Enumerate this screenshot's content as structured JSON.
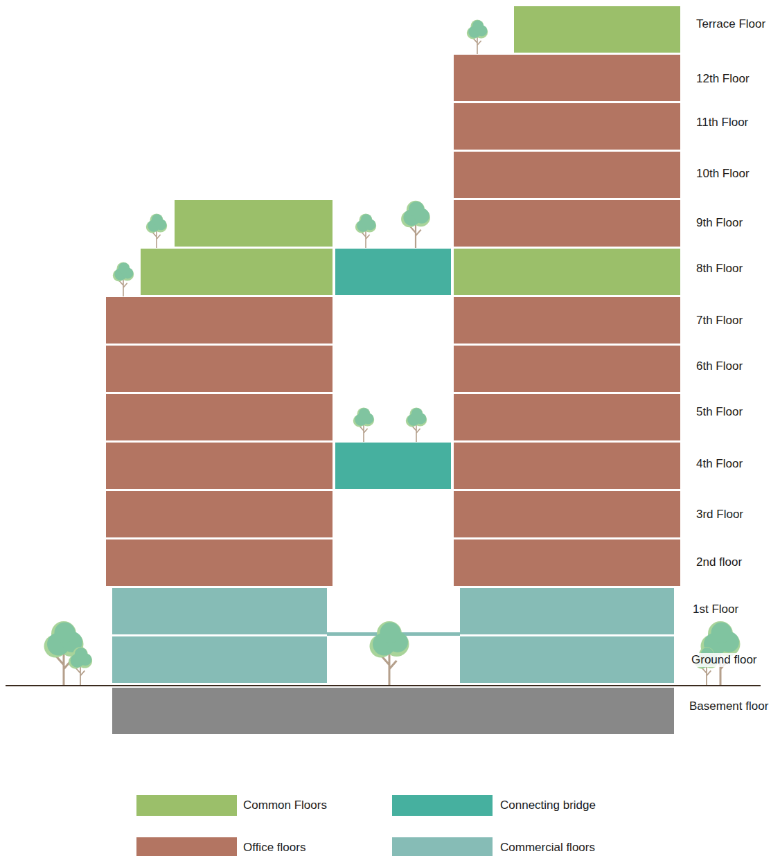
{
  "diagram": {
    "labels": [
      "Terrace Floor",
      "12th Floor",
      "11th Floor",
      "10th Floor",
      "9th Floor",
      "8th Floor",
      "7th Floor",
      "6th Floor",
      "5th Floor",
      "4th Floor",
      "3rd Floor",
      "2nd floor",
      "1st Floor",
      "Ground floor",
      "Basement floor"
    ],
    "legend": [
      {
        "text": "Common Floors",
        "color": "#9bbf6a"
      },
      {
        "text": "Connecting bridge",
        "color": "#46b09f"
      },
      {
        "text": "Office floors",
        "color": "#b37562"
      },
      {
        "text": "Commercial floors",
        "color": "#86bcb6"
      }
    ]
  }
}
